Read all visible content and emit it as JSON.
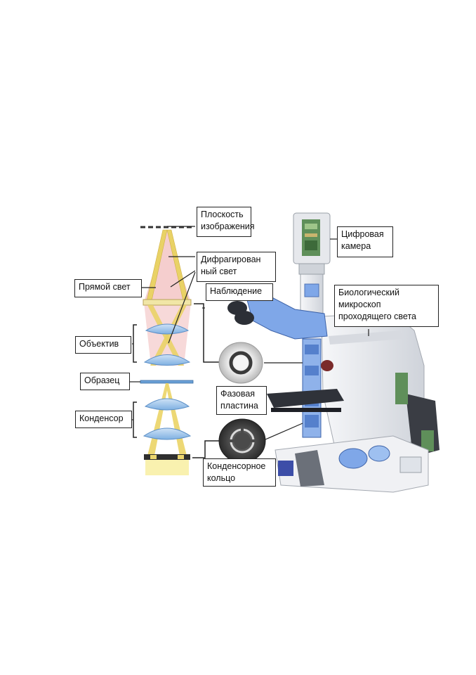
{
  "colors": {
    "beam": "#f3e48c",
    "beam_edge": "#d9b44a",
    "diffracted": "#f4c9c9",
    "lens": "#9fc4ea",
    "lens_edge": "#5b8fc7",
    "microscope_body": "#e9ebef",
    "optics_blue": "#7fa7e8",
    "frame": "#222222"
  },
  "labels": {
    "image_plane": "Плоскость\nизображения",
    "diffracted_light": "Дифрагирован\nный свет",
    "direct_light": "Прямой свет",
    "objective": "Объектив",
    "specimen": "Образец",
    "condenser": "Конденсор",
    "observation": "Наблюдение",
    "phase_plate": "Фазовая\nпластина",
    "condenser_annulus": "Конденсорное\nкольцо",
    "digital_camera": "Цифровая\nкамера",
    "microscope": "Биологический\nмикроскоп\nпроходящего света"
  },
  "icons": {
    "phase_plate": "phase-plate-ring-icon",
    "condenser_annulus": "condenser-annulus-ring-icon",
    "camera": "digital-camera-icon",
    "microscope": "microscope-icon"
  }
}
